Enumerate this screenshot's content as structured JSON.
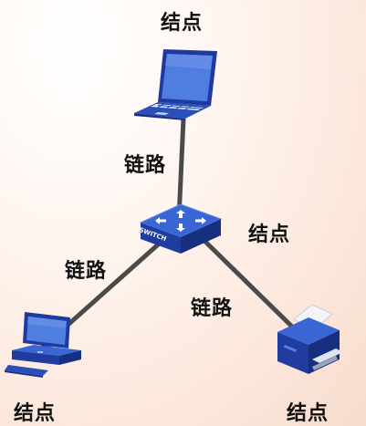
{
  "diagram": {
    "nodes": [
      {
        "id": "laptop",
        "label": "结点",
        "icon": "laptop-icon"
      },
      {
        "id": "desktop",
        "label": "结点",
        "icon": "desktop-computer-icon"
      },
      {
        "id": "printer",
        "label": "结点",
        "icon": "printer-icon"
      },
      {
        "id": "switch",
        "label": "结点",
        "icon": "network-switch-icon",
        "device_text": "SWITCH"
      }
    ],
    "links": [
      {
        "from": "switch",
        "to": "laptop",
        "label": "链路"
      },
      {
        "from": "switch",
        "to": "desktop",
        "label": "链路"
      },
      {
        "from": "switch",
        "to": "printer",
        "label": "链路"
      }
    ]
  },
  "colors": {
    "link_line": "#4a4a4a",
    "device_blue": "#2b4fb8",
    "device_blue_light": "#4f7de0",
    "text": "#111111"
  }
}
